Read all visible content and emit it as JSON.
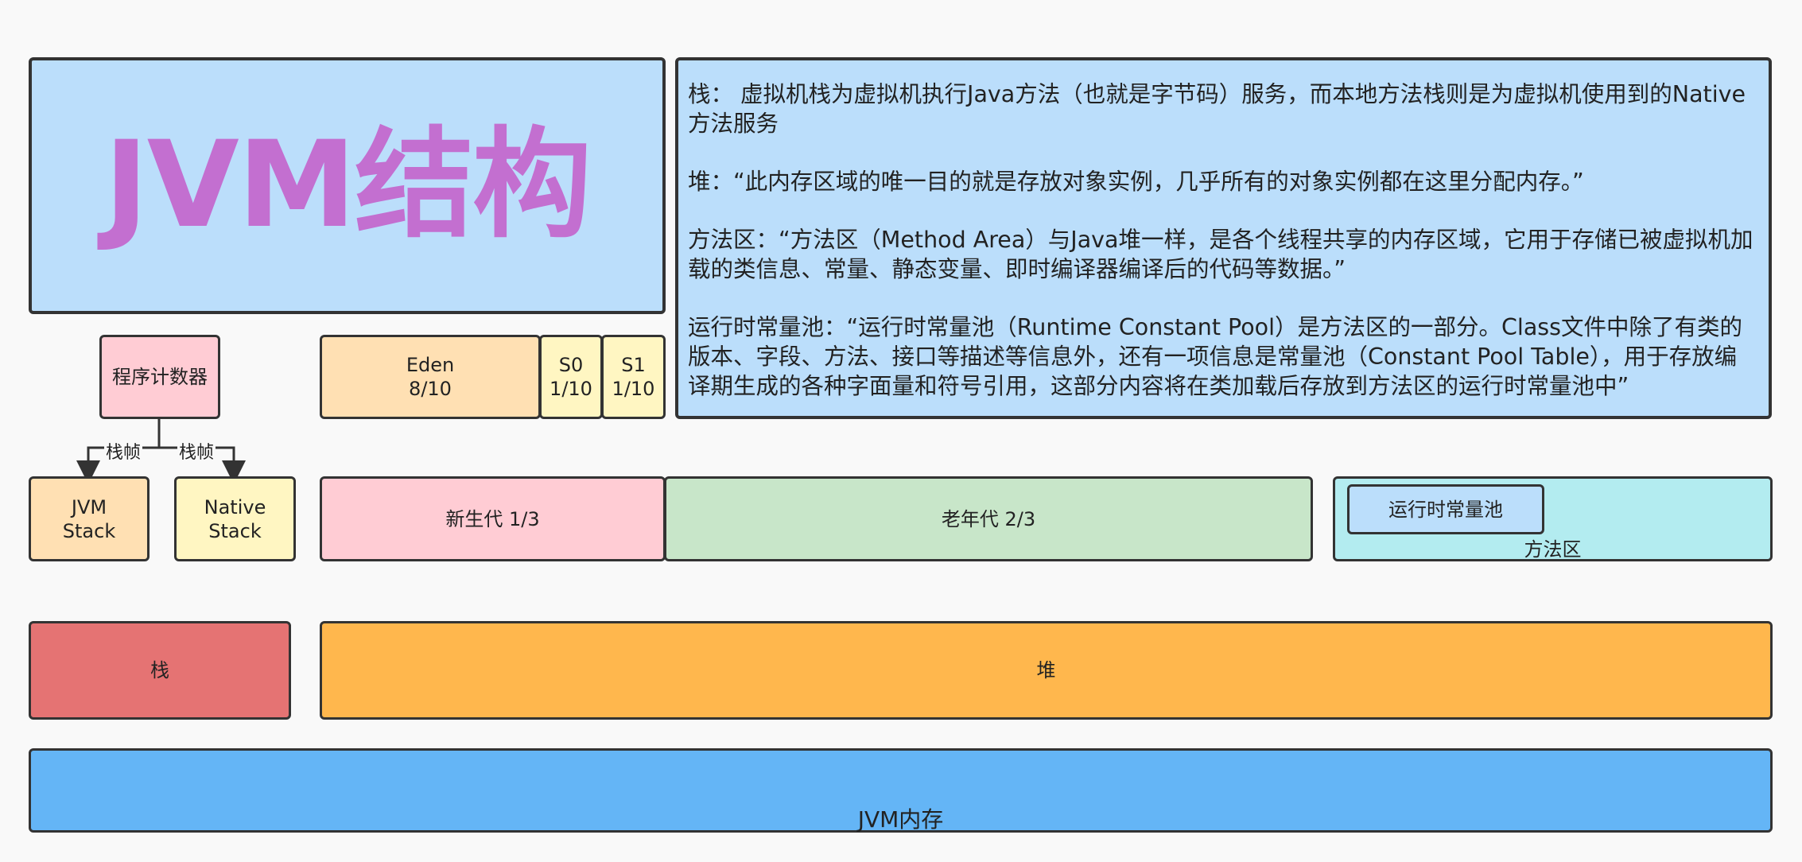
{
  "colors": {
    "title_bg": "#bbdefb",
    "title_text": "#c36fd0",
    "desc_bg": "#bbdefb",
    "pc_bg": "#ffccd4",
    "eden_bg": "#ffe0b3",
    "survivor_bg": "#fff6c2",
    "jvm_stack_bg": "#ffe0b3",
    "native_stack_bg": "#fff6c2",
    "young_gen_bg": "#ffccd4",
    "old_gen_bg": "#c8e6c9",
    "method_area_bg": "#b3ecf0",
    "constant_pool_bg": "#bbdefb",
    "stack_bar_bg": "#e57373",
    "heap_bar_bg": "#ffb74d",
    "jvm_memory_bg": "#64b5f6"
  },
  "title": "JVM结构",
  "description": {
    "stack": "栈： 虚拟机栈为虚拟机执行Java方法（也就是字节码）服务，而本地方法栈则是为虚拟机使用到的Native方法服务",
    "heap": "堆：“此内存区域的唯一目的就是存放对象实例，几乎所有的对象实例都在这里分配内存。”",
    "method_area": "方法区：“方法区（Method Area）与Java堆一样，是各个线程共享的内存区域，它用于存储已被虚拟机加载的类信息、常量、静态变量、即时编译器编译后的代码等数据。”",
    "runtime_pool": "运行时常量池：“运行时常量池（Runtime Constant Pool）是方法区的一部分。Class文件中除了有类的版本、字段、方法、接口等描述等信息外，还有一项信息是常量池（Constant Pool Table），用于存放编译期生成的各种字面量和符号引用，这部分内容将在类加载后存放到方法区的运行时常量池中”"
  },
  "program_counter": "程序计数器",
  "frame_labels": [
    "栈帧",
    "栈帧"
  ],
  "jvm_stack": "JVM\nStack",
  "native_stack": "Native\nStack",
  "eden": "Eden\n8/10",
  "s0": "S0\n1/10",
  "s1": "S1\n1/10",
  "young_gen": "新生代 1/3",
  "old_gen": "老年代 2/3",
  "runtime_constant_pool": "运行时常量池",
  "method_area": "方法区",
  "stack_bar": "栈",
  "heap_bar": "堆",
  "jvm_memory": "JVM内存"
}
